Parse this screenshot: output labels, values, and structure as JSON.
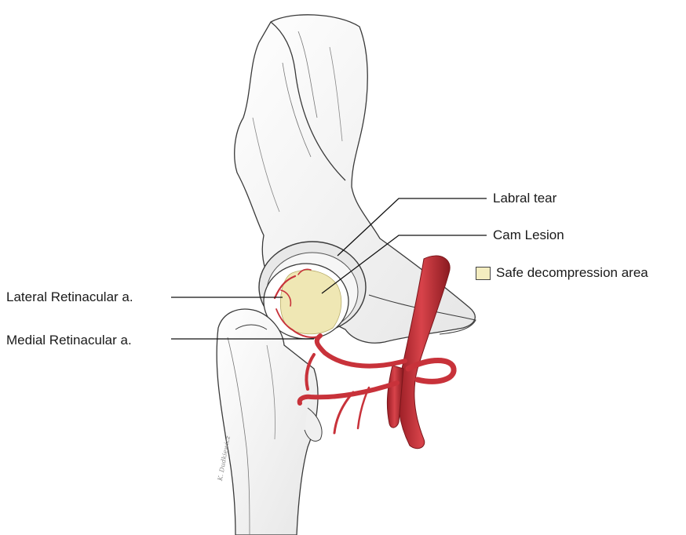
{
  "labels": {
    "labral_tear": "Labral tear",
    "cam_lesion": "Cam Lesion",
    "lateral_retinacular": "Lateral Retinacular a.",
    "medial_retinacular": "Medial Retinacular a."
  },
  "legend": {
    "text": "Safe decompression area",
    "swatch_color": "#f4edc0"
  },
  "signature": "K. Dudkiewicz",
  "colors": {
    "artery": "#c8323a",
    "artery_dark": "#8a1a20",
    "bone_outline": "#3a3a3a",
    "cam_area": "#efe7b4"
  }
}
